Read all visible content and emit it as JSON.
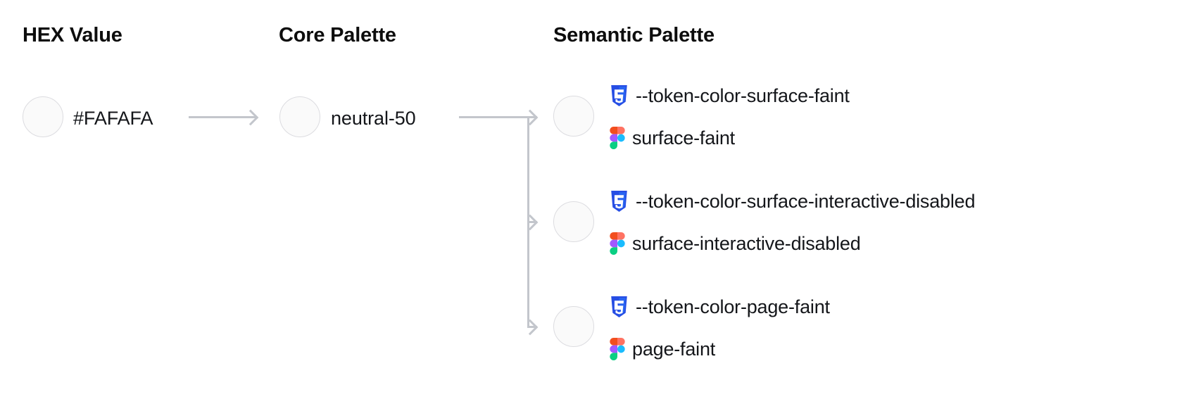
{
  "columns": {
    "hex": {
      "heading": "HEX Value"
    },
    "core": {
      "heading": "Core Palette"
    },
    "semantic": {
      "heading": "Semantic Palette"
    }
  },
  "hex_value": {
    "label": "#FAFAFA",
    "swatch_color": "#FAFAFA"
  },
  "core_value": {
    "label": "neutral-50",
    "swatch_color": "#FAFAFA"
  },
  "semantic_tokens": [
    {
      "swatch_color": "#FAFAFA",
      "css_icon": "css3-icon",
      "css_token": "--token-color-surface-faint",
      "figma_icon": "figma-icon",
      "figma_token": "surface-faint"
    },
    {
      "swatch_color": "#FAFAFA",
      "css_icon": "css3-icon",
      "css_token": "--token-color-surface-interactive-disabled",
      "figma_icon": "figma-icon",
      "figma_token": "surface-interactive-disabled"
    },
    {
      "swatch_color": "#FAFAFA",
      "css_icon": "css3-icon",
      "css_token": "--token-color-page-faint",
      "figma_icon": "figma-icon",
      "figma_token": "page-faint"
    }
  ],
  "colors": {
    "background": "#ffffff",
    "text": "#14161a",
    "heading": "#0d0d0d",
    "connector": "#c3c6cc",
    "swatch_border": "#dcdce0",
    "css_blue": "#264de4",
    "figma_orange": "#f24e1e",
    "figma_red": "#ff7262",
    "figma_purple": "#a259ff",
    "figma_blue": "#1abcfe",
    "figma_green": "#0acf83"
  }
}
